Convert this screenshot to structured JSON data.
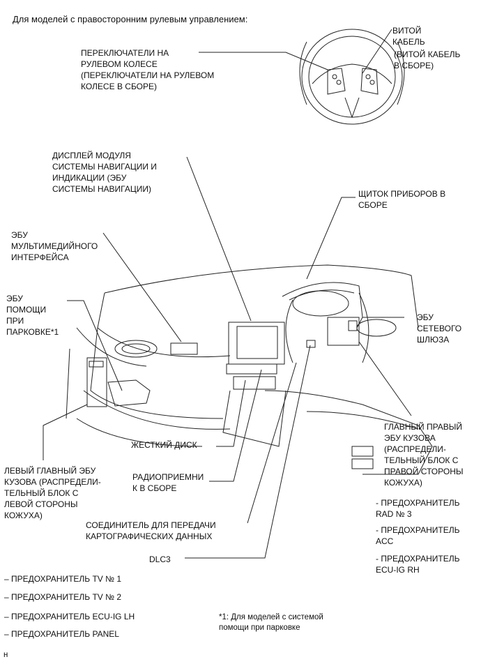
{
  "heading": "Для моделей с правосторонним рулевым управлением:",
  "labels": {
    "spiral_cable": "ВИТОЙ\nКАБЕЛЬ",
    "spiral_cable_sub": "(ВИТОЙ КАБЕЛЬ\nВ СБОРЕ)",
    "steering_switches": "ПЕРЕКЛЮЧАТЕЛИ НА\nРУЛЕВОМ КОЛЕСЕ\n(ПЕРЕКЛЮЧАТЕЛИ НА РУЛЕВОМ\nКОЛЕСЕ В СБОРЕ)",
    "nav_display": "ДИСПЛЕЙ МОДУЛЯ\nСИСТЕМЫ НАВИГАЦИИ И\nИНДИКАЦИИ (ЭБУ\nСИСТЕМЫ НАВИГАЦИИ)",
    "combination_meter": "ЩИТОК ПРИБОРОВ В\nСБОРЕ",
    "multimedia_ecu": "ЭБУ\nМУЛЬТИМЕДИЙНОГО\nИНТЕРФЕЙСА",
    "parking_assist_ecu": "ЭБУ\nПОМОЩИ\nПРИ\nПАРКОВКЕ*1",
    "gateway_ecu": "ЭБУ\nСЕТЕВОГО\nШЛЮЗА",
    "main_body_ecu_rh": "ГЛАВНЫЙ ПРАВЫЙ\nЭБУ КУЗОВА\n(РАСПРЕДЕЛИ-\nТЕЛЬНЫЙ БЛОК С\nПРАВОЙ СТОРОНЫ\nКОЖУХА)",
    "hard_disk": "ЖЕСТКИЙ ДИСК",
    "radio_receiver": "РАДИОПРИЕМНИ\nК В СБОРЕ",
    "main_body_ecu_lh": "ЛЕВЫЙ ГЛАВНЫЙ ЭБУ\nКУЗОВА (РАСПРЕДЕЛИ-\nТЕЛЬНЫЙ БЛОК С\nЛЕВОЙ СТОРОНЫ\nКОЖУХА)",
    "fuse_rad3": "- ПРЕДОХРАНИТЕЛЬ\nRAD № 3",
    "fuse_acc": "- ПРЕДОХРАНИТЕЛЬ\nACC",
    "fuse_ecu_ig_rh": "- ПРЕДОХРАНИТЕЛЬ\nECU-IG RH",
    "map_connector": "СОЕДИНИТЕЛЬ ДЛЯ ПЕРЕДАЧИ\nКАРТОГРАФИЧЕСКИХ ДАННЫХ",
    "dlc3": "DLC3",
    "fuse_tv1": "– ПРЕДОХРАНИТЕЛЬ TV № 1",
    "fuse_tv2": "– ПРЕДОХРАНИТЕЛЬ TV № 2",
    "fuse_ecu_ig_lh": "– ПРЕДОХРАНИТЕЛЬ ECU-IG LH",
    "fuse_panel": "– ПРЕДОХРАНИТЕЛЬ PANEL",
    "footnote": "*1: Для моделей с системой\nпомощи при парковке",
    "corner_mark": "н"
  }
}
